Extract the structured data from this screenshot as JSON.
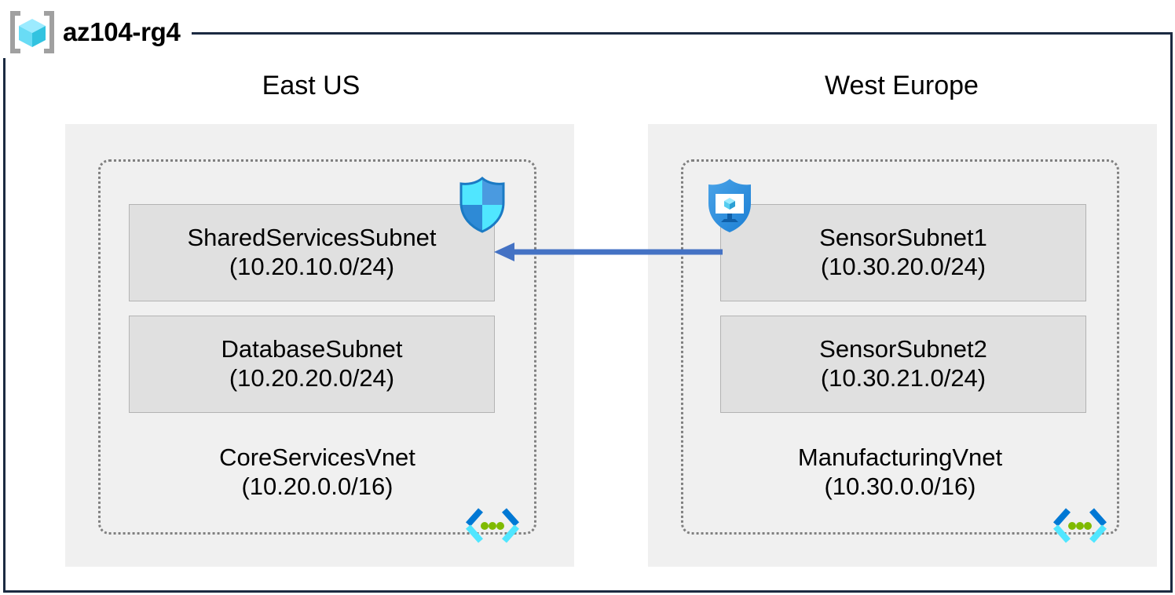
{
  "resource_group": {
    "name": "az104-rg4",
    "icon": "resource-group-cube-icon"
  },
  "colors": {
    "frame_border": "#1b2a41",
    "region_fill": "#f0f0f0",
    "vnet_border": "#808080",
    "subnet_fill": "#e0e0e0",
    "subnet_border": "#b3b3b3",
    "arrow": "#4472c4",
    "azure_blue": "#0078d4",
    "azure_cyan": "#50e6ff",
    "azure_green": "#7fba00",
    "text": "#000000"
  },
  "regions": [
    {
      "label": "East US",
      "vnet": {
        "name": "CoreServicesVnet",
        "cidr": "(10.20.0.0/16)",
        "icon": "virtual-network-icon",
        "subnets": [
          {
            "name": "SharedServicesSubnet",
            "cidr": "(10.20.10.0/24)",
            "icon": "network-security-group-shield-icon",
            "icon_position": "top-right"
          },
          {
            "name": "DatabaseSubnet",
            "cidr": "(10.20.20.0/24)",
            "icon": null,
            "icon_position": null
          }
        ]
      }
    },
    {
      "label": "West Europe",
      "vnet": {
        "name": "ManufacturingVnet",
        "cidr": "(10.30.0.0/16)",
        "icon": "virtual-network-icon",
        "subnets": [
          {
            "name": "SensorSubnet1",
            "cidr": "(10.30.20.0/24)",
            "icon": "defender-for-vm-shield-monitor-icon",
            "icon_position": "top-left"
          },
          {
            "name": "SensorSubnet2",
            "cidr": "(10.30.21.0/24)",
            "icon": null,
            "icon_position": null
          }
        ]
      }
    }
  ],
  "connection": {
    "name": "vnet-peering-arrow",
    "direction": "right-to-left",
    "from": "SensorSubnet1",
    "to": "SharedServicesSubnet",
    "color": "#4472c4"
  }
}
